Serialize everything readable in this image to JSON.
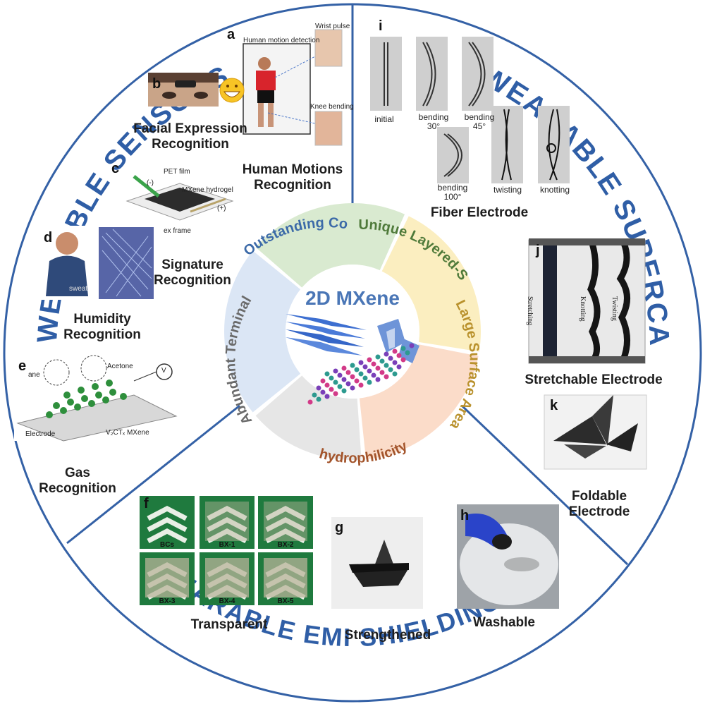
{
  "center": {
    "title": "2D MXene",
    "segments": [
      {
        "label": "Outstanding Conductivity",
        "color": "#dbe6f5",
        "text_color": "#3c6aa8"
      },
      {
        "label": "Unique Layered-Structure",
        "color": "#d9ead0",
        "text_color": "#4f7a3a"
      },
      {
        "label": "Large Surface Area",
        "color": "#fbeec0",
        "text_color": "#b9912c"
      },
      {
        "label": "hydrophilicity",
        "color": "#fbdcc9",
        "text_color": "#a3542b"
      },
      {
        "label": "Abundant Terminal Groups",
        "color": "#e6e6e6",
        "text_color": "#6a6a6a"
      }
    ]
  },
  "arcs": {
    "sensors": "WEARABLE SENSORS",
    "supercapacitors": "WEARABLE SUPERCAPACITORS",
    "emi": "WEARABLE EMI SHIELDING"
  },
  "sensors": {
    "a": {
      "letter": "a",
      "title": "Human Motions Recognition",
      "title_line1": "Human Motions",
      "title_line2": "Recognition",
      "sub_detection": "Human motion detection",
      "sub_wrist": "Wrist pulse",
      "sub_knee": "Knee bending"
    },
    "b": {
      "letter": "b",
      "title_line1": "Facial Expression",
      "title_line2": "Recognition"
    },
    "c": {
      "letter": "c",
      "title_line1": "Signature",
      "title_line2": "Recognition",
      "pet": "PET film",
      "hydrogel": "MXene hydrogel",
      "minus": "(-)",
      "plus": "(+)",
      "frame": "ex frame"
    },
    "d": {
      "letter": "d",
      "title_line1": "Humidity",
      "title_line2": "Recognition",
      "shirt": "sweat"
    },
    "e": {
      "letter": "e",
      "title_line1": "Gas",
      "title_line2": "Recognition",
      "ane": "ane",
      "acetone": "Acetone",
      "electrode": "Electrode",
      "mxene": "V₂CTₓ MXene",
      "v": "V"
    }
  },
  "supercaps": {
    "i": {
      "letter": "i",
      "caption": "Fiber Electrode",
      "states": [
        {
          "line1": "initial",
          "line2": ""
        },
        {
          "line1": "bending",
          "line2": "30°"
        },
        {
          "line1": "bending",
          "line2": "45°"
        },
        {
          "line1": "bending",
          "line2": "100°"
        },
        {
          "line1": "twisting",
          "line2": ""
        },
        {
          "line1": "knotting",
          "line2": ""
        }
      ]
    },
    "j": {
      "letter": "j",
      "caption": "Stretchable Electrode",
      "strip1": "Stretching",
      "strip2": "Knotting",
      "strip3": "Twisting"
    },
    "k": {
      "letter": "k",
      "caption_line1": "Foldable",
      "caption_line2": "Electrode"
    }
  },
  "emi": {
    "f": {
      "letter": "f",
      "caption": "Transparent",
      "samples": [
        "BCs",
        "BX-1",
        "BX-2",
        "BX-3",
        "BX-4",
        "BX-5"
      ]
    },
    "g": {
      "letter": "g",
      "caption": "Strengthened"
    },
    "h": {
      "letter": "h",
      "caption": "Washable"
    }
  },
  "colors": {
    "ring": "#3461a6",
    "arc_text": "#2f5ea6",
    "center_title": "#4a76b6"
  }
}
